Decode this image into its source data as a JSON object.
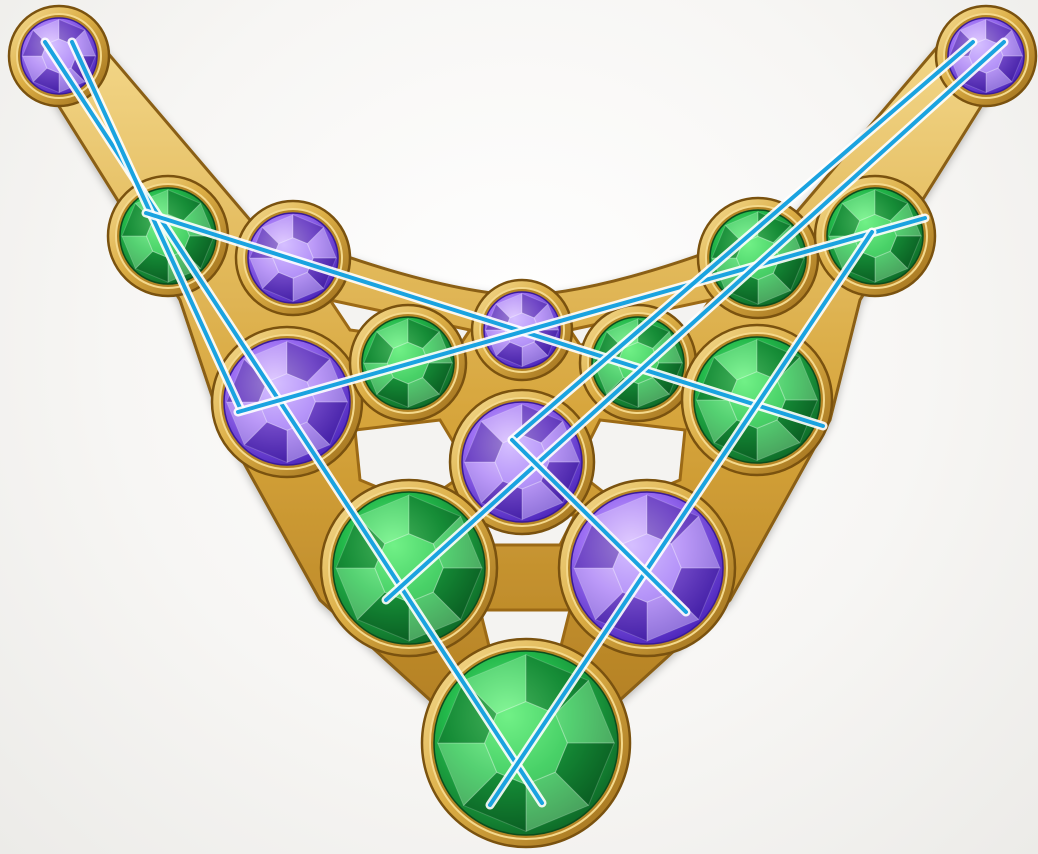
{
  "colors": {
    "background": "#f6f5f3",
    "gold_light": "#f5d98a",
    "gold_mid": "#d9a93c",
    "gold_dark": "#8a5e12",
    "emerald_light": "#54e06e",
    "emerald_mid": "#1fb347",
    "emerald_dark": "#0b5e22",
    "amethyst_light": "#c8a6ff",
    "amethyst_mid": "#8b5cf0",
    "amethyst_dark": "#3f1bb8",
    "laser": "#1aa3e0",
    "laser_glow": "#ffffff"
  },
  "gems": [
    {
      "id": "left-clasp",
      "type": "amethyst",
      "icon": "amethyst-gem-icon"
    },
    {
      "id": "right-clasp",
      "type": "amethyst",
      "icon": "amethyst-gem-icon"
    },
    {
      "id": "left-emerald-upper",
      "type": "emerald",
      "icon": "emerald-gem-icon"
    },
    {
      "id": "left-amethyst-upper",
      "type": "amethyst",
      "icon": "amethyst-gem-icon"
    },
    {
      "id": "center-top-amethyst",
      "type": "amethyst",
      "icon": "amethyst-gem-icon"
    },
    {
      "id": "right-emerald-upper-inner",
      "type": "emerald",
      "icon": "emerald-gem-icon"
    },
    {
      "id": "right-emerald-upper-outer",
      "type": "emerald",
      "icon": "emerald-gem-icon"
    },
    {
      "id": "left-amethyst-mid",
      "type": "amethyst",
      "icon": "amethyst-gem-icon"
    },
    {
      "id": "left-emerald-mid",
      "type": "emerald",
      "icon": "emerald-gem-icon"
    },
    {
      "id": "right-emerald-mid-inner",
      "type": "emerald",
      "icon": "emerald-gem-icon"
    },
    {
      "id": "right-emerald-mid-outer",
      "type": "emerald",
      "icon": "emerald-gem-icon"
    },
    {
      "id": "center-amethyst",
      "type": "amethyst",
      "icon": "amethyst-gem-icon"
    },
    {
      "id": "left-emerald-lower",
      "type": "emerald",
      "icon": "emerald-gem-icon"
    },
    {
      "id": "right-amethyst-lower",
      "type": "amethyst",
      "icon": "amethyst-gem-icon"
    },
    {
      "id": "bottom-emerald-pendant",
      "type": "emerald",
      "icon": "emerald-gem-icon"
    }
  ],
  "laser_count": 8
}
